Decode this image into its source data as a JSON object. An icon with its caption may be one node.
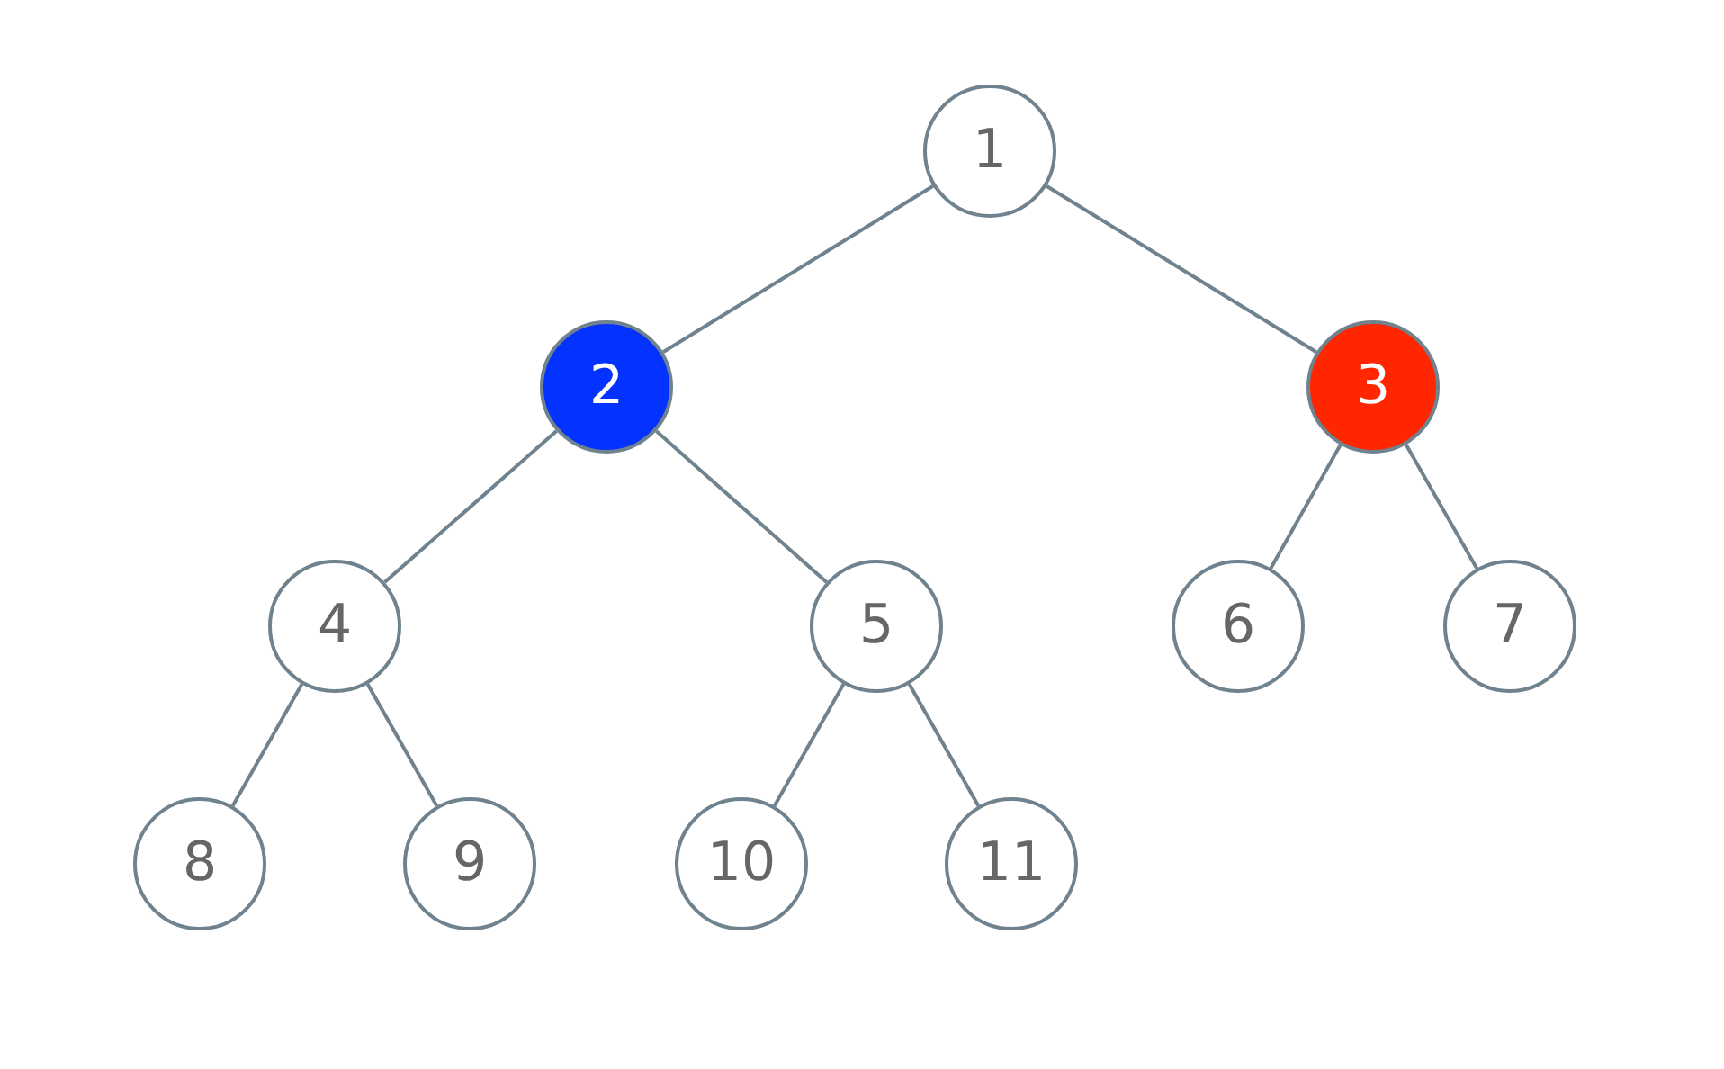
{
  "diagram": {
    "nodes": [
      {
        "text": [
          "1"
        ]
      },
      {
        "text": [
          "2"
        ]
      },
      {
        "text": [
          "3"
        ]
      },
      {
        "text": [
          "4"
        ]
      },
      {
        "text": [
          "5"
        ]
      },
      {
        "text": [
          "6"
        ]
      },
      {
        "text": [
          "7"
        ]
      },
      {
        "text": [
          "8"
        ]
      },
      {
        "text": [
          "9"
        ]
      },
      {
        "text": [
          "10"
        ]
      },
      {
        "text": [
          "11"
        ]
      }
    ],
    "edges": [
      {
        "from": 0,
        "to": 1,
        "arrow": "none"
      },
      {
        "from": 0,
        "to": 2,
        "arrow": "none"
      },
      {
        "from": 1,
        "to": 3,
        "arrow": "none"
      },
      {
        "from": 1,
        "to": 4,
        "arrow": "none"
      },
      {
        "from": 2,
        "to": 5,
        "arrow": "none"
      },
      {
        "from": 2,
        "to": 6,
        "arrow": "none"
      },
      {
        "from": 3,
        "to": 7,
        "arrow": "none"
      },
      {
        "from": 3,
        "to": 8,
        "arrow": "none"
      },
      {
        "from": 4,
        "to": 9,
        "arrow": "none"
      },
      {
        "from": 4,
        "to": 10,
        "arrow": "none"
      }
    ]
  }
}
